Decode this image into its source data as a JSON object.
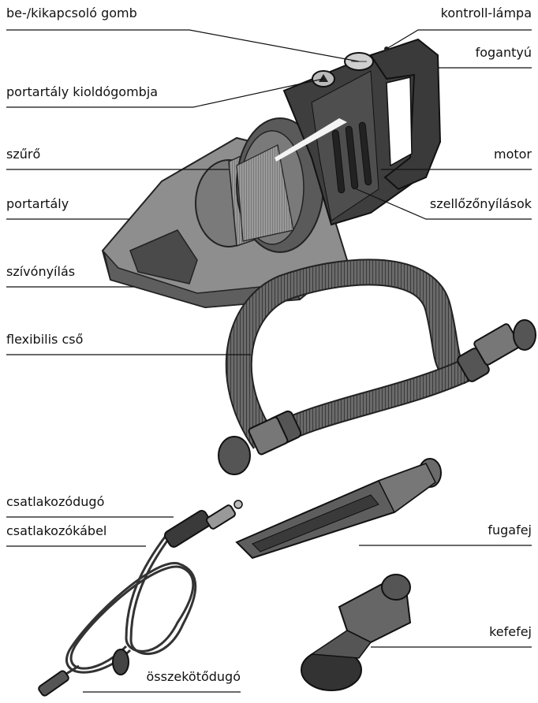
{
  "labels": {
    "power_switch": "be-/kikapcsoló gomb",
    "indicator_lamp": "kontroll-lámpa",
    "handle": "fogantyú",
    "dust_release": "portartály kioldógombja",
    "filter": "szűrő",
    "motor": "motor",
    "dust_container": "portartály",
    "vents": "szellőzőnyílások",
    "suction_opening": "szívónyílás",
    "hose": "flexibilis cső",
    "plug": "csatlakozódugó",
    "cable": "csatlakozókábel",
    "crevice_tool": "fugafej",
    "brush_head": "kefefej",
    "connector": "összekötődugó"
  },
  "colors": {
    "dark_body": "#3a3a3a",
    "mid_body": "#5a5a5a",
    "light_body": "#8a8a8a",
    "container": "#9a9a9a",
    "line": "#111111"
  }
}
